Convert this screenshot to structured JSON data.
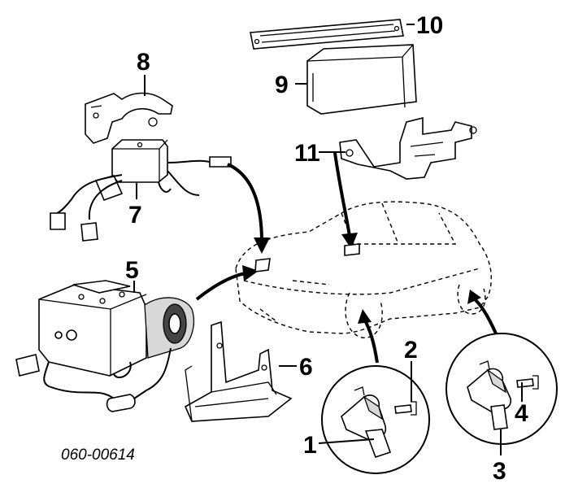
{
  "diagram": {
    "part_code": "060-00614",
    "callouts": [
      {
        "id": "1",
        "label": "1"
      },
      {
        "id": "2",
        "label": "2"
      },
      {
        "id": "3",
        "label": "3"
      },
      {
        "id": "4",
        "label": "4"
      },
      {
        "id": "5",
        "label": "5"
      },
      {
        "id": "6",
        "label": "6"
      },
      {
        "id": "7",
        "label": "7"
      },
      {
        "id": "8",
        "label": "8"
      },
      {
        "id": "9",
        "label": "9"
      },
      {
        "id": "10",
        "label": "10"
      },
      {
        "id": "11",
        "label": "11"
      }
    ]
  }
}
